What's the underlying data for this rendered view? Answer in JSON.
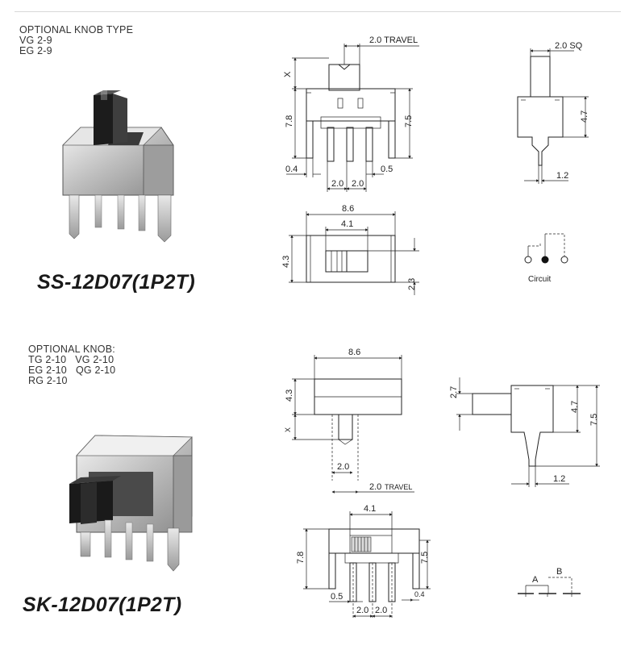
{
  "part1": {
    "knob_title": "OPTIONAL KNOB TYPE",
    "knob_lines": [
      "VG 2-9",
      "EG 2-9"
    ],
    "model": "SS-12D07(1P2T)",
    "dims": {
      "travel": "2.0 TRAVEL",
      "x": "X",
      "h78": "7.8",
      "h75": "7.5",
      "d04": "0.4",
      "d05": "0.5",
      "p20a": "2.0",
      "p20b": "2.0",
      "sq": "2.0 SQ",
      "h47": "4.7",
      "w12": "1.2",
      "w86": "8.6",
      "w41": "4.1",
      "h43": "4.3",
      "h23": "2.3"
    },
    "circuit_label": "Circuit"
  },
  "part2": {
    "knob_title": "OPTIONAL KNOB:",
    "knob_lines": [
      "TG 2-10   VG 2-10",
      "EG 2-10   QG 2-10",
      "RG 2-10"
    ],
    "model": "SK-12D07(1P2T)",
    "dims": {
      "w86": "8.6",
      "h43": "4.3",
      "x": "X",
      "p20": "2.0",
      "travel_num": "2.0",
      "travel_word": "TRAVEL",
      "h27": "2.7",
      "h47": "4.7",
      "h75": "7.5",
      "w12": "1.2",
      "w41": "4.1",
      "h78": "7.8",
      "h75b": "7.5",
      "d05": "0.5",
      "d04": "0.4",
      "p20a": "2.0",
      "p20b": "2.0"
    },
    "circuit_labels": {
      "a": "A",
      "b": "B"
    }
  }
}
